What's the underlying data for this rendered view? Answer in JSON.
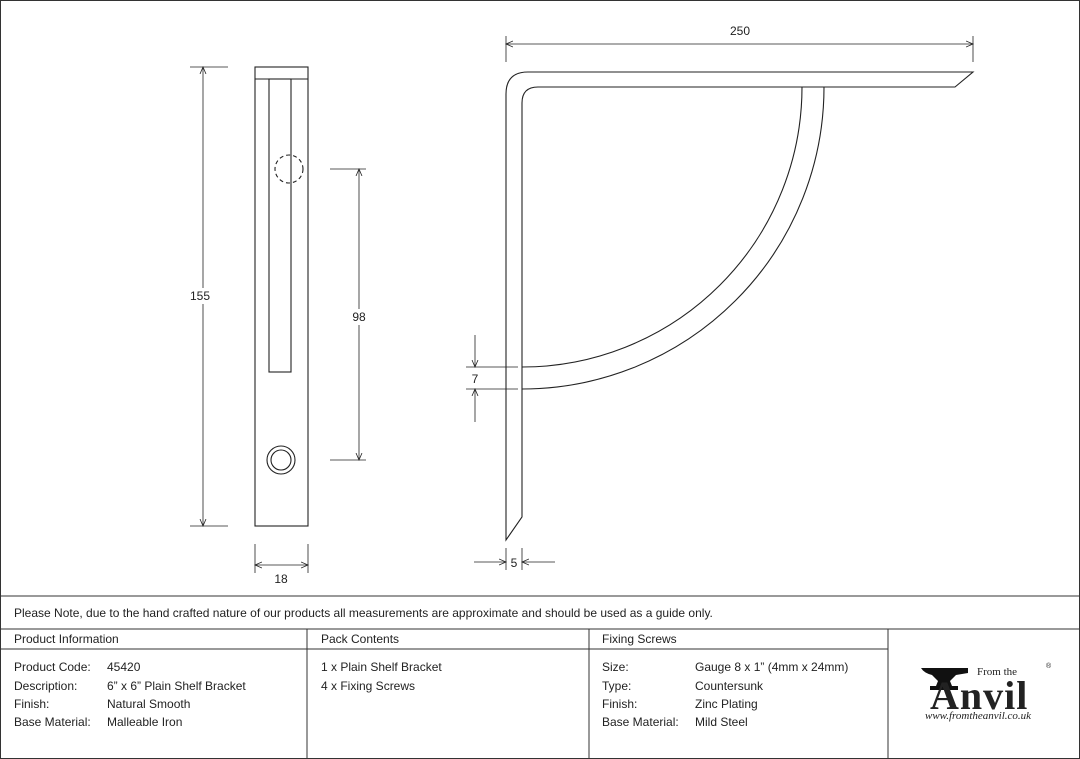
{
  "dimensions": {
    "height": "155",
    "slot": "98",
    "width_side": "18",
    "length": "250",
    "thickness": "7",
    "offset": "5"
  },
  "note": "Please Note, due to the hand crafted nature of our products all measurements are approximate and should be used as a guide only.",
  "product_info": {
    "header": "Product Information",
    "rows": [
      {
        "label": "Product Code:",
        "value": "45420"
      },
      {
        "label": "Description:",
        "value": "6” x 6” Plain Shelf Bracket"
      },
      {
        "label": "Finish:",
        "value": "Natural Smooth"
      },
      {
        "label": "Base Material:",
        "value": "Malleable Iron"
      }
    ]
  },
  "pack_contents": {
    "header": "Pack Contents",
    "items": [
      "1 x Plain Shelf Bracket",
      "4 x Fixing Screws"
    ]
  },
  "fixing_screws": {
    "header": "Fixing Screws",
    "rows": [
      {
        "label": "Size:",
        "value": "Gauge 8 x 1” (4mm x 24mm)"
      },
      {
        "label": "Type:",
        "value": "Countersunk"
      },
      {
        "label": "Finish:",
        "value": "Zinc Plating"
      },
      {
        "label": "Base Material:",
        "value": "Mild Steel"
      }
    ]
  },
  "logo": {
    "from_the": "From the",
    "name": "Anvil",
    "registered": "®",
    "url": "www.fromtheanvil.co.uk",
    "icon": "anvil-icon"
  }
}
